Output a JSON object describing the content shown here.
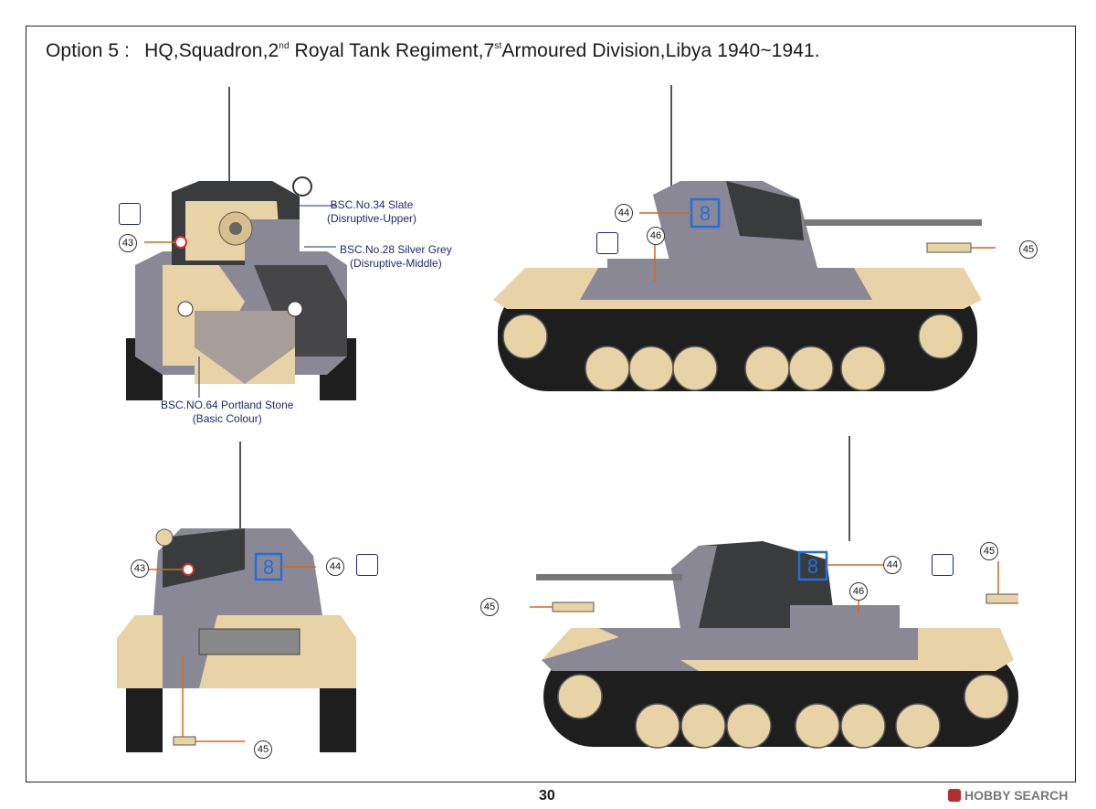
{
  "title": {
    "option": "Option 5 :",
    "text_a": "HQ,Squadron,2",
    "sup_a": "nd",
    "text_b": " Royal Tank Regiment,7",
    "sup_b": "st",
    "text_c": "Armoured Division,Libya 1940~1941."
  },
  "colours": {
    "slate": "#3a3b3c",
    "silver_grey": "#8b8896",
    "portland_stone": "#e8d3a6",
    "track": "#1e1e1e",
    "callout_line": "#1c2b6b",
    "decal_line": "#d2691e"
  },
  "paint_labels": {
    "slate": [
      "BSC.No.34 Slate",
      "(Disruptive-Upper)"
    ],
    "silver_grey": [
      "BSC.No.28 Silver Grey",
      "(Disruptive-Middle)"
    ],
    "portland_stone": [
      "BSC.NO.64 Portland Stone",
      "(Basic Colour)"
    ]
  },
  "callouts": {
    "front_43": "43",
    "right_44": "44",
    "right_46": "46",
    "right_45": "45",
    "rear_43": "43",
    "rear_44": "44",
    "rear_45": "45",
    "left_44": "44",
    "left_46": "46",
    "left_45a": "45",
    "left_45b": "45"
  },
  "markings": {
    "turret_number": "8"
  },
  "page_number": "30",
  "watermark": "HOBBY SEARCH"
}
